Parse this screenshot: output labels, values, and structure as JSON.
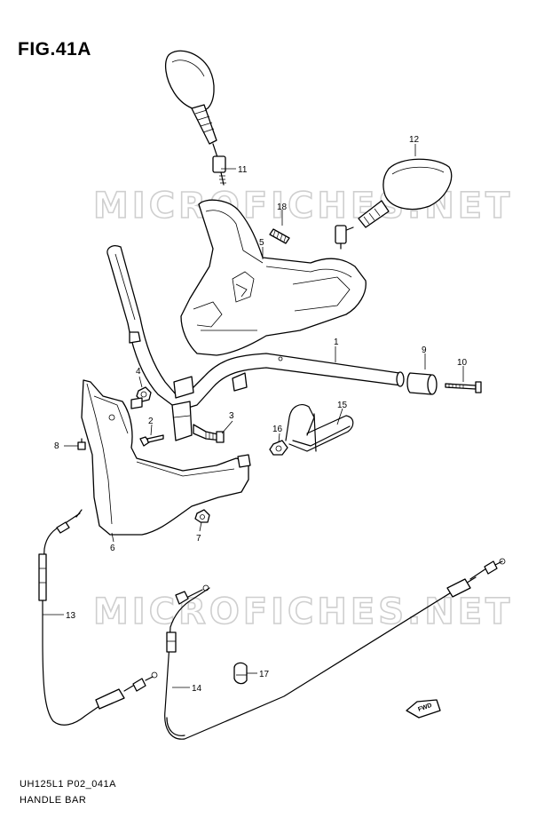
{
  "figure": {
    "title": "FIG.41A",
    "code": "UH125L1 P02_041A",
    "name": "HANDLE BAR"
  },
  "watermark": {
    "text": "MICROFICHES.NET"
  },
  "fwd_label": "FWD",
  "callouts": {
    "c1": "1",
    "c2": "2",
    "c3": "3",
    "c4": "4",
    "c5": "5",
    "c6": "6",
    "c7": "7",
    "c8": "8",
    "c9": "9",
    "c10": "10",
    "c11": "11",
    "c12": "12",
    "c13": "13",
    "c14": "14",
    "c15": "15",
    "c16": "16",
    "c17": "17",
    "c18": "18"
  }
}
